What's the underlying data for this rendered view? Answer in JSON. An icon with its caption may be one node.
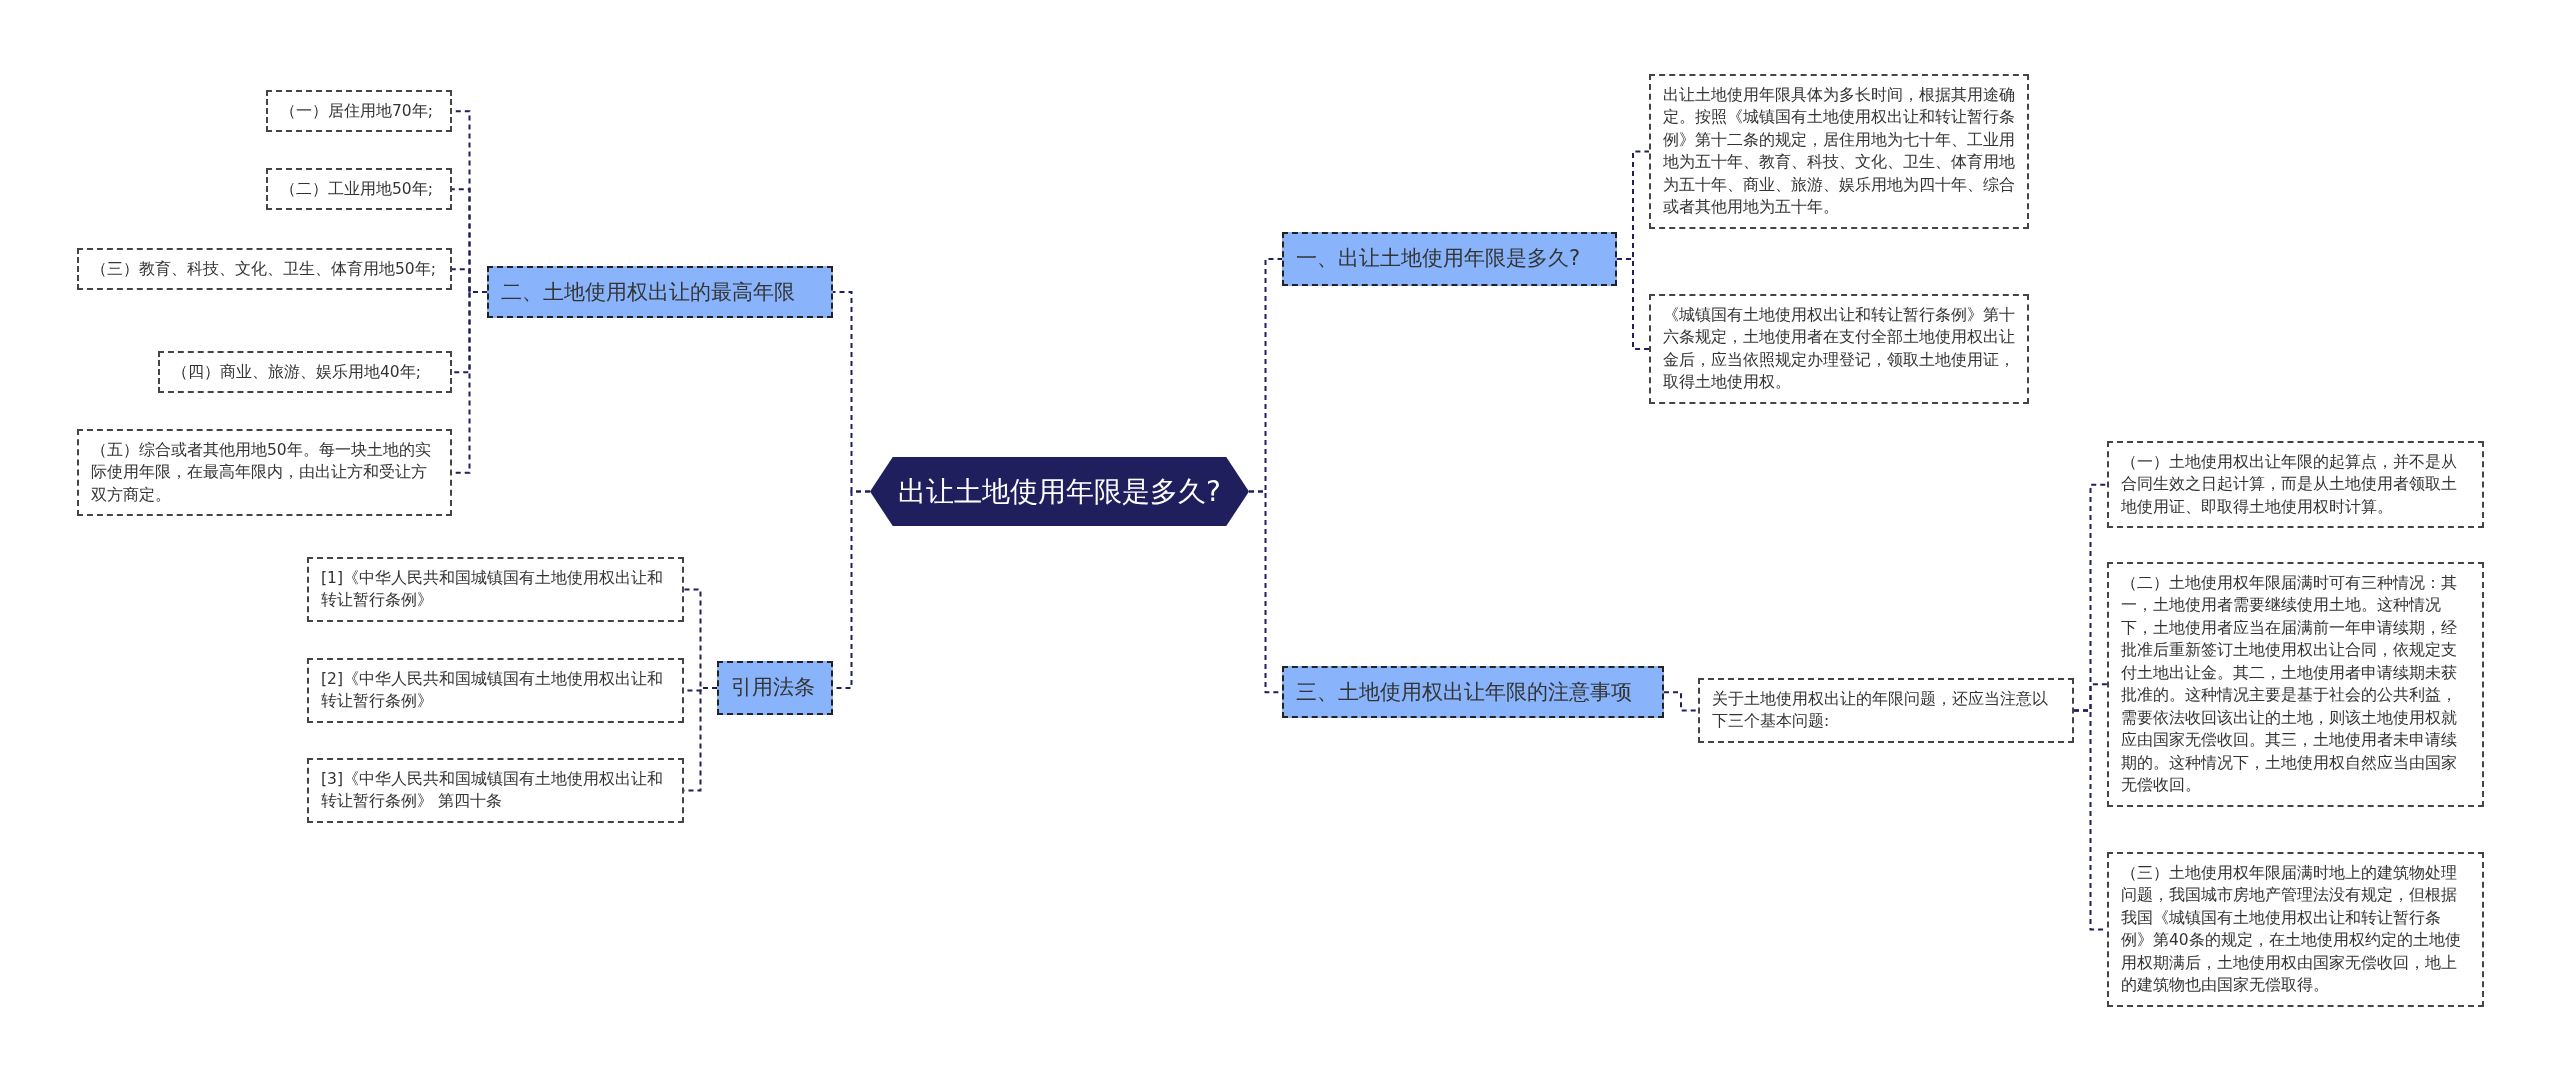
{
  "diagram": {
    "nodes": [
      {
        "text": [
          "出让土地使用年限是多久?"
        ]
      },
      {
        "text": [
          "一、出让土地使用年限是多久?"
        ]
      },
      {
        "text": [
          "出让土地使用年限具体为多长时间，根据其用途确定。按照《城镇国有土地使用权出让和转让暂行条例》第十二条的规定，居住用地为七十年、工业用地为五十年、教育、科技、文化、卫生、体育用地为五十年、商业、旅游、娱乐用地为四十年、综合或者其他用地为五十年。"
        ]
      },
      {
        "text": [
          "《城镇国有土地使用权出让和转让暂行条例》第十六条规定，土地使用者在支付全部土地使用权出让金后，应当依照规定办理登记，领取土地使用证，取得土地使用权。"
        ]
      },
      {
        "text": [
          "二、土地使用权出让的最高年限"
        ]
      },
      {
        "text": [
          "（一）居住用地70年;"
        ]
      },
      {
        "text": [
          "（二）工业用地50年;"
        ]
      },
      {
        "text": [
          "（三）教育、科技、文化、卫生、体育用地50年;"
        ]
      },
      {
        "text": [
          "（四）商业、旅游、娱乐用地40年;"
        ]
      },
      {
        "text": [
          "（五）综合或者其他用地50年。每一块土地的实际使用年限，在最高年限内，由出让方和受让方双方商定。"
        ]
      },
      {
        "text": [
          "引用法条"
        ]
      },
      {
        "text": [
          "[1]《中华人民共和国城镇国有土地使用权出让和转让暂行条例》"
        ]
      },
      {
        "text": [
          "[2]《中华人民共和国城镇国有土地使用权出让和转让暂行条例》"
        ]
      },
      {
        "text": [
          "[3]《中华人民共和国城镇国有土地使用权出让和转让暂行条例》 第四十条"
        ]
      },
      {
        "text": [
          "三、土地使用权出让年限的注意事项"
        ]
      },
      {
        "text": [
          "关于土地使用权出让的年限问题，还应当注意以下三个基本问题:"
        ]
      },
      {
        "text": [
          "（一）土地使用权出让年限的起算点，并不是从合同生效之日起计算，而是从土地使用者领取土地使用证、即取得土地使用权时计算。"
        ]
      },
      {
        "text": [
          "（二）土地使用权年限届满时可有三种情况：其一，土地使用者需要继续使用土地。这种情况下，土地使用者应当在届满前一年申请续期，经批准后重新签订土地使用权出让合同，依规定支付土地出让金。其二，土地使用者申请续期未获批准的。这种情况主要是基于社会的公共利益，需要依法收回该出让的土地，则该土地使用权就应由国家无偿收回。其三，土地使用者未申请续期的。这种情况下，土地使用权自然应当由国家无偿收回。"
        ]
      },
      {
        "text": [
          "（三）土地使用权年限届满时地上的建筑物处理问题，我国城市房地产管理法没有规定，但根据我国《城镇国有土地使用权出让和转让暂行条例》第40条的规定，在土地使用权约定的土地使用权期满后，土地使用权由国家无偿收回，地上的建筑物也由国家无偿取得。"
        ]
      }
    ],
    "edges": [
      {
        "from": 0,
        "to": 1,
        "arrow": "none"
      },
      {
        "from": 0,
        "to": 4,
        "arrow": "none"
      },
      {
        "from": 0,
        "to": 10,
        "arrow": "none"
      },
      {
        "from": 0,
        "to": 14,
        "arrow": "none"
      },
      {
        "from": 1,
        "to": 2,
        "arrow": "none"
      },
      {
        "from": 1,
        "to": 3,
        "arrow": "none"
      },
      {
        "from": 4,
        "to": 5,
        "arrow": "none"
      },
      {
        "from": 4,
        "to": 6,
        "arrow": "none"
      },
      {
        "from": 4,
        "to": 7,
        "arrow": "none"
      },
      {
        "from": 4,
        "to": 8,
        "arrow": "none"
      },
      {
        "from": 4,
        "to": 9,
        "arrow": "none"
      },
      {
        "from": 10,
        "to": 11,
        "arrow": "none"
      },
      {
        "from": 10,
        "to": 12,
        "arrow": "none"
      },
      {
        "from": 10,
        "to": 13,
        "arrow": "none"
      },
      {
        "from": 14,
        "to": 15,
        "arrow": "none"
      },
      {
        "from": 15,
        "to": 16,
        "arrow": "none"
      },
      {
        "from": 15,
        "to": 17,
        "arrow": "none"
      },
      {
        "from": 15,
        "to": 18,
        "arrow": "none"
      }
    ]
  }
}
